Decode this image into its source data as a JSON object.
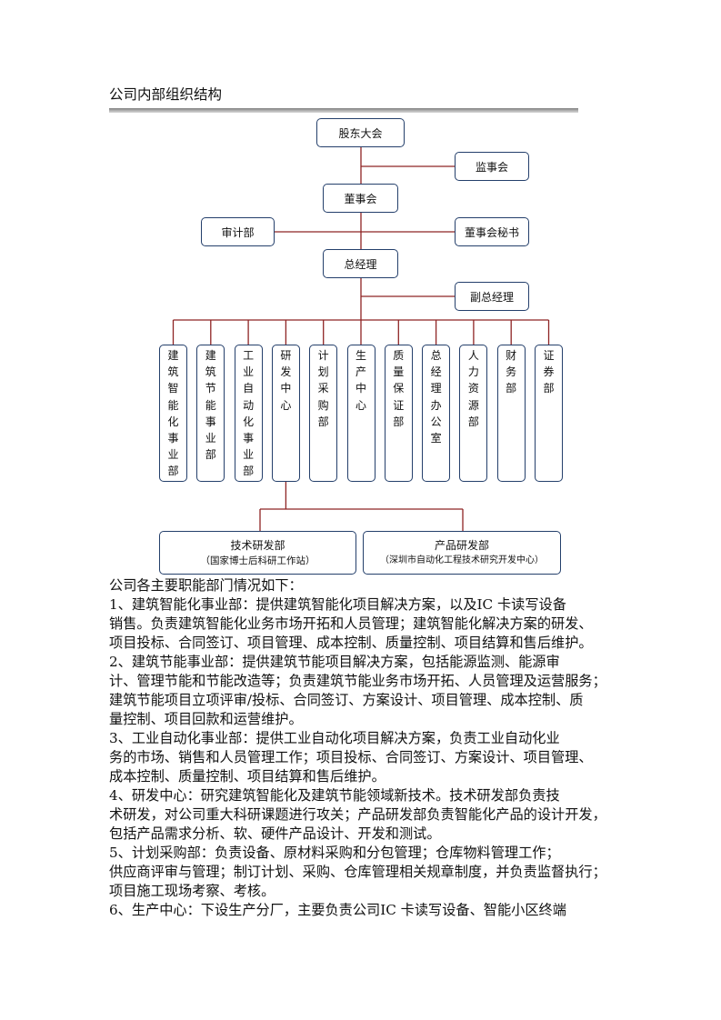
{
  "document": {
    "title": "公司内部组织结构"
  },
  "colors": {
    "box_border": "#243f6b",
    "connector": "#8e2424"
  },
  "org_chart": {
    "shareholders_meeting": "股东大会",
    "supervisory_board": "监事会",
    "board_of_directors": "董事会",
    "audit_department": "审计部",
    "board_secretary": "董事会秘书",
    "general_manager": "总经理",
    "deputy_general_manager": "副总经理",
    "departments": [
      "建筑智能化事业部",
      "建筑节能事业部",
      "工业自动化事业部",
      "研发中心",
      "计划采购部",
      "生产中心",
      "质量保证部",
      "总经理办公室",
      "人力资源部",
      "财务部",
      "证券部"
    ],
    "rd_units": [
      {
        "name": "技术研发部",
        "note": "（国家博士后科研工作站）"
      },
      {
        "name": "产品研发部",
        "note": "（深圳市自动化工程技术研究开发中心）"
      }
    ]
  },
  "body": {
    "intro": "公司各主要职能部门情况如下：",
    "sections": [
      {
        "lines": [
          "1、建筑智能化事业部：提供建筑智能化项目解决方案，以及IC 卡读写设备",
          "销售。负责建筑智能化业务市场开拓和人员管理；建筑智能化解决方案的研发、",
          "项目投标、合同签订、项目管理、成本控制、质量控制、项目结算和售后维护。"
        ]
      },
      {
        "lines": [
          "2、建筑节能事业部：提供建筑节能项目解决方案，包括能源监测、能源审",
          "计、管理节能和节能改造等；负责建筑节能业务市场开拓、人员管理及运营服务；",
          "建筑节能项目立项评审/投标、合同签订、方案设计、项目管理、成本控制、质",
          "量控制、项目回款和运营维护。"
        ]
      },
      {
        "lines": [
          "3、工业自动化事业部：提供工业自动化项目解决方案，负责工业自动化业",
          "务的市场、销售和人员管理工作；项目投标、合同签订、方案设计、项目管理、",
          "成本控制、质量控制、项目结算和售后维护。"
        ]
      },
      {
        "lines": [
          "4、研发中心：研究建筑智能化及建筑节能领域新技术。技术研发部负责技",
          "术研发，对公司重大科研课题进行攻关；产品研发部负责智能化产品的设计开发，",
          "包括产品需求分析、软、硬件产品设计、开发和测试。"
        ]
      },
      {
        "lines": [
          "5、计划采购部：负责设备、原材料采购和分包管理；仓库物料管理工作；",
          "供应商评审与管理；制订计划、采购、仓库管理相关规章制度，并负责监督执行；",
          "项目施工现场考察、考核。"
        ]
      },
      {
        "lines": [
          "6、生产中心：下设生产分厂，主要负责公司IC 卡读写设备、智能小区终端"
        ]
      }
    ]
  }
}
